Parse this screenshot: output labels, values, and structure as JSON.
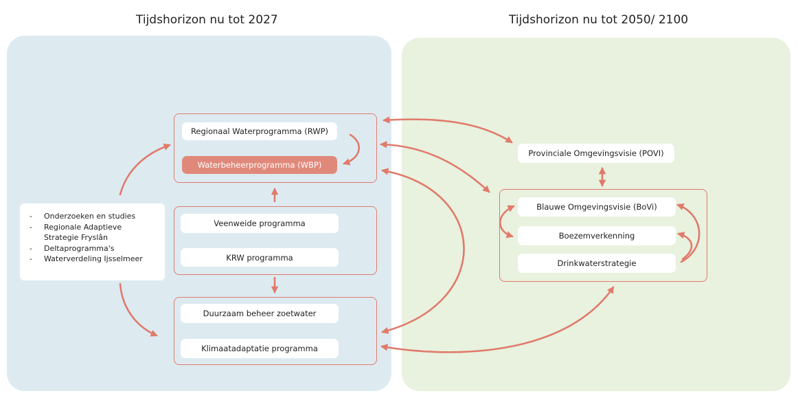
{
  "headings": {
    "left": "Tijdshorizon nu tot 2027",
    "right": "Tijdshorizon nu tot 2050/ 2100"
  },
  "left_panel": {
    "top_group": {
      "rwp": "Regionaal Waterprogramma (RWP)",
      "wbp": "Waterbeheerprogramma (WBP)"
    },
    "middle_group": {
      "veenweide": "Veenweide programma",
      "krw": "KRW programma"
    },
    "bottom_group": {
      "zoetwater": "Duurzaam beheer zoetwater",
      "klimaat": "Klimaatadaptatie programma"
    },
    "sources": [
      "Onderzoeken en studies",
      "Regionale Adaptieve Strategie Fryslân",
      "Deltaprogramma's",
      "Waterverdeling Ijsselmeer"
    ]
  },
  "right_panel": {
    "povi": "Provinciale Omgevingsvisie (POVI)",
    "group": {
      "bovi": "Blauwe Omgevingsvisie (BoVi)",
      "boezem": "Boezemverkenning",
      "drinkwater": "Drinkwaterstrategie"
    }
  },
  "colors": {
    "left_panel_bg": "#ddebf1",
    "right_panel_bg": "#e9f1df",
    "accent": "#e07a6a",
    "highlight_fill": "#e0897b"
  }
}
